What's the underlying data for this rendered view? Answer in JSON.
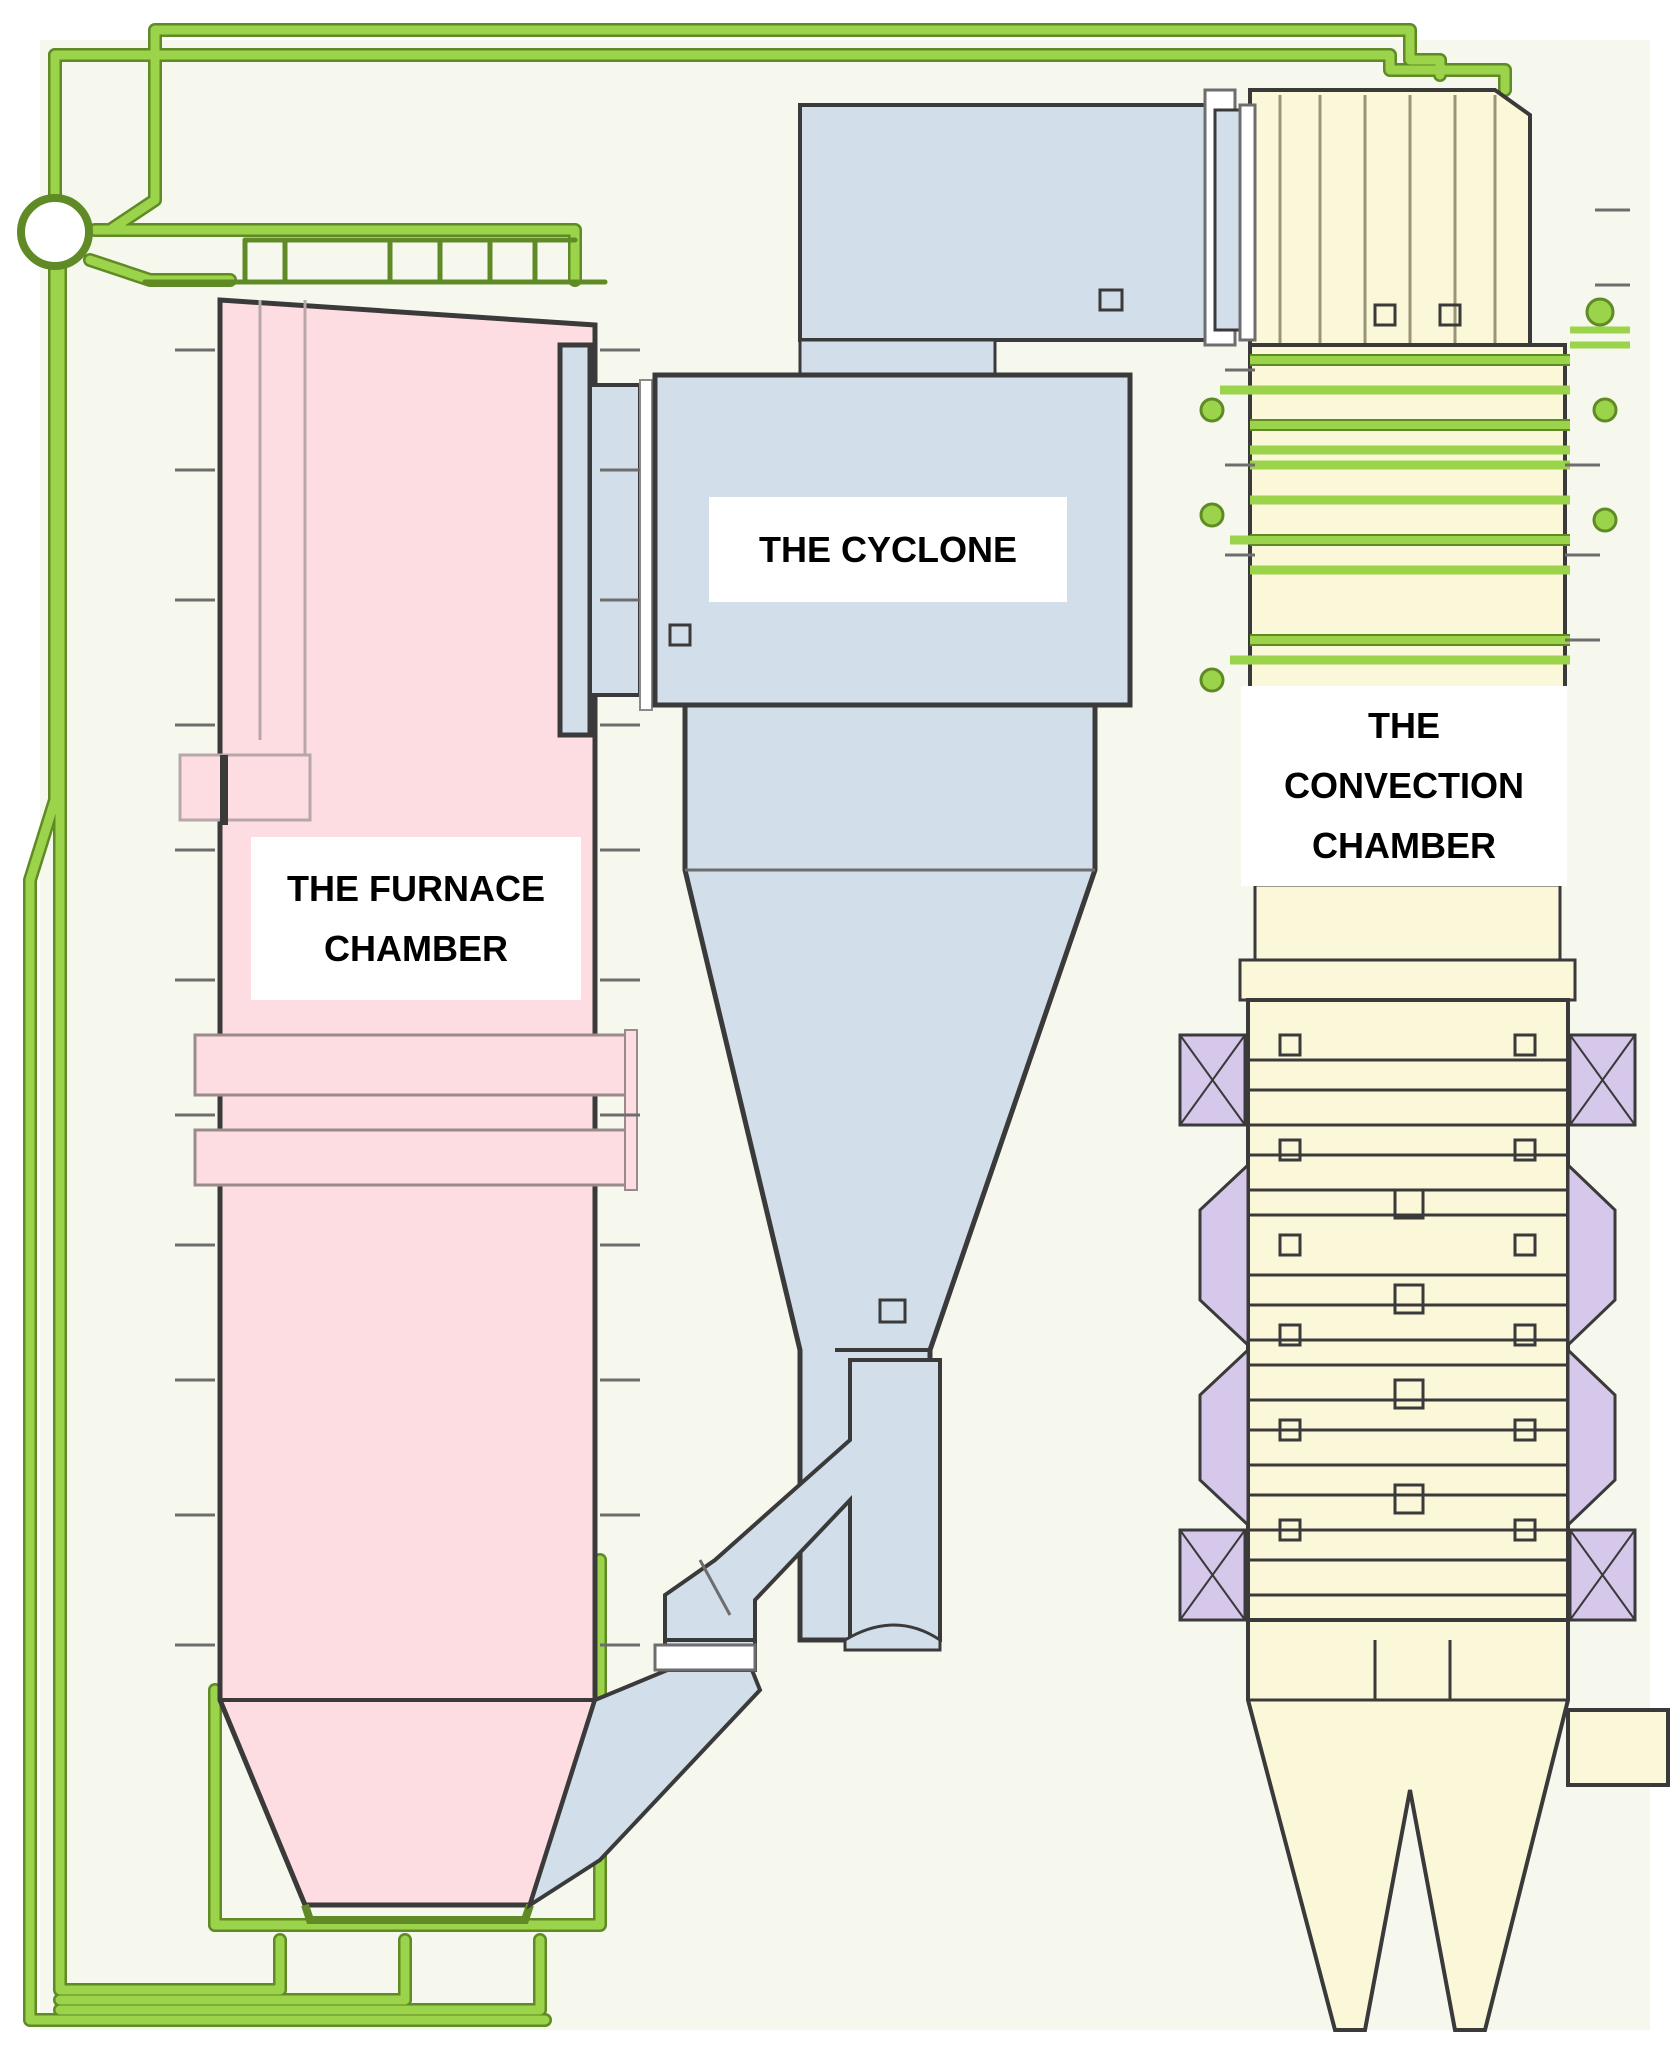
{
  "colors": {
    "background": "#f6f8ee",
    "pipe": "#9bd44a",
    "pipe_outline": "#5f8a25",
    "furnace_fill": "#fddde2",
    "cyclone_fill": "#d3deeb",
    "convection_fill": "#fbf7d9",
    "casing_fill": "#d6c8ea",
    "outline": "#3a3a3a"
  },
  "labels": {
    "furnace": "THE FURNACE\nCHAMBER",
    "cyclone": "THE CYCLONE",
    "convection": "THE\nCONVECTION\nCHAMBER"
  }
}
